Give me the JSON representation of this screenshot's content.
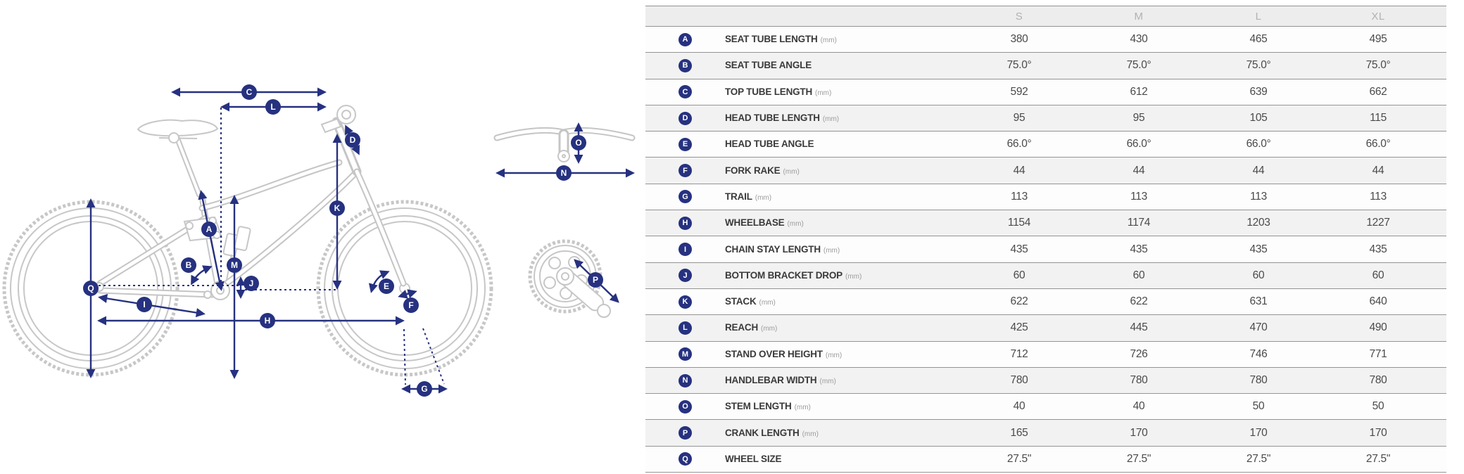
{
  "colors": {
    "accent_navy": "#263180",
    "diagram_gray": "#c7c7c7",
    "table_header_bg": "#ededed",
    "table_row_alt_bg": "#f2f2f2",
    "table_border": "#949494"
  },
  "diagram": {
    "badge_letters": {
      "A": "A",
      "B": "B",
      "C": "C",
      "D": "D",
      "E": "E",
      "F": "F",
      "G": "G",
      "H": "H",
      "I": "I",
      "J": "J",
      "K": "K",
      "L": "L",
      "M": "M",
      "N": "N",
      "O": "O",
      "P": "P",
      "Q": "Q"
    }
  },
  "table": {
    "size_headers": [
      "S",
      "M",
      "L",
      "XL"
    ],
    "rows": [
      {
        "id": "A",
        "label": "SEAT TUBE LENGTH",
        "unit": "(mm)",
        "values": [
          "380",
          "430",
          "465",
          "495"
        ]
      },
      {
        "id": "B",
        "label": "SEAT TUBE ANGLE",
        "unit": "",
        "values": [
          "75.0°",
          "75.0°",
          "75.0°",
          "75.0°"
        ]
      },
      {
        "id": "C",
        "label": "TOP TUBE LENGTH",
        "unit": "(mm)",
        "values": [
          "592",
          "612",
          "639",
          "662"
        ]
      },
      {
        "id": "D",
        "label": "HEAD TUBE LENGTH",
        "unit": "(mm)",
        "values": [
          "95",
          "95",
          "105",
          "115"
        ]
      },
      {
        "id": "E",
        "label": "HEAD TUBE ANGLE",
        "unit": "",
        "values": [
          "66.0°",
          "66.0°",
          "66.0°",
          "66.0°"
        ]
      },
      {
        "id": "F",
        "label": "FORK RAKE",
        "unit": "(mm)",
        "values": [
          "44",
          "44",
          "44",
          "44"
        ]
      },
      {
        "id": "G",
        "label": "TRAIL",
        "unit": "(mm)",
        "values": [
          "113",
          "113",
          "113",
          "113"
        ]
      },
      {
        "id": "H",
        "label": "WHEELBASE",
        "unit": "(mm)",
        "values": [
          "1154",
          "1174",
          "1203",
          "1227"
        ]
      },
      {
        "id": "I",
        "label": "CHAIN STAY LENGTH",
        "unit": "(mm)",
        "values": [
          "435",
          "435",
          "435",
          "435"
        ]
      },
      {
        "id": "J",
        "label": "BOTTOM BRACKET DROP",
        "unit": "(mm)",
        "values": [
          "60",
          "60",
          "60",
          "60"
        ]
      },
      {
        "id": "K",
        "label": "STACK",
        "unit": "(mm)",
        "values": [
          "622",
          "622",
          "631",
          "640"
        ]
      },
      {
        "id": "L",
        "label": "REACH",
        "unit": "(mm)",
        "values": [
          "425",
          "445",
          "470",
          "490"
        ]
      },
      {
        "id": "M",
        "label": "STAND OVER HEIGHT",
        "unit": "(mm)",
        "values": [
          "712",
          "726",
          "746",
          "771"
        ]
      },
      {
        "id": "N",
        "label": "HANDLEBAR WIDTH",
        "unit": "(mm)",
        "values": [
          "780",
          "780",
          "780",
          "780"
        ]
      },
      {
        "id": "O",
        "label": "STEM LENGTH",
        "unit": "(mm)",
        "values": [
          "40",
          "40",
          "50",
          "50"
        ]
      },
      {
        "id": "P",
        "label": "CRANK LENGTH",
        "unit": "(mm)",
        "values": [
          "165",
          "170",
          "170",
          "170"
        ]
      },
      {
        "id": "Q",
        "label": "WHEEL SIZE",
        "unit": "",
        "values": [
          "27.5\"",
          "27.5\"",
          "27.5\"",
          "27.5\""
        ]
      }
    ]
  },
  "chart_data": {
    "type": "table",
    "title": "Bike geometry chart",
    "categories": [
      "S",
      "M",
      "L",
      "XL"
    ],
    "series": [
      {
        "name": "SEAT TUBE LENGTH (mm)",
        "values": [
          380,
          430,
          465,
          495
        ]
      },
      {
        "name": "SEAT TUBE ANGLE",
        "values": [
          "75.0°",
          "75.0°",
          "75.0°",
          "75.0°"
        ]
      },
      {
        "name": "TOP TUBE LENGTH (mm)",
        "values": [
          592,
          612,
          639,
          662
        ]
      },
      {
        "name": "HEAD TUBE LENGTH (mm)",
        "values": [
          95,
          95,
          105,
          115
        ]
      },
      {
        "name": "HEAD TUBE ANGLE",
        "values": [
          "66.0°",
          "66.0°",
          "66.0°",
          "66.0°"
        ]
      },
      {
        "name": "FORK RAKE (mm)",
        "values": [
          44,
          44,
          44,
          44
        ]
      },
      {
        "name": "TRAIL (mm)",
        "values": [
          113,
          113,
          113,
          113
        ]
      },
      {
        "name": "WHEELBASE (mm)",
        "values": [
          1154,
          1174,
          1203,
          1227
        ]
      },
      {
        "name": "CHAIN STAY LENGTH (mm)",
        "values": [
          435,
          435,
          435,
          435
        ]
      },
      {
        "name": "BOTTOM BRACKET DROP (mm)",
        "values": [
          60,
          60,
          60,
          60
        ]
      },
      {
        "name": "STACK (mm)",
        "values": [
          622,
          622,
          631,
          640
        ]
      },
      {
        "name": "REACH (mm)",
        "values": [
          425,
          445,
          470,
          490
        ]
      },
      {
        "name": "STAND OVER HEIGHT (mm)",
        "values": [
          712,
          726,
          746,
          771
        ]
      },
      {
        "name": "HANDLEBAR WIDTH (mm)",
        "values": [
          780,
          780,
          780,
          780
        ]
      },
      {
        "name": "STEM LENGTH (mm)",
        "values": [
          40,
          40,
          50,
          50
        ]
      },
      {
        "name": "CRANK LENGTH (mm)",
        "values": [
          165,
          170,
          170,
          170
        ]
      },
      {
        "name": "WHEEL SIZE",
        "values": [
          "27.5\"",
          "27.5\"",
          "27.5\"",
          "27.5\""
        ]
      }
    ]
  }
}
